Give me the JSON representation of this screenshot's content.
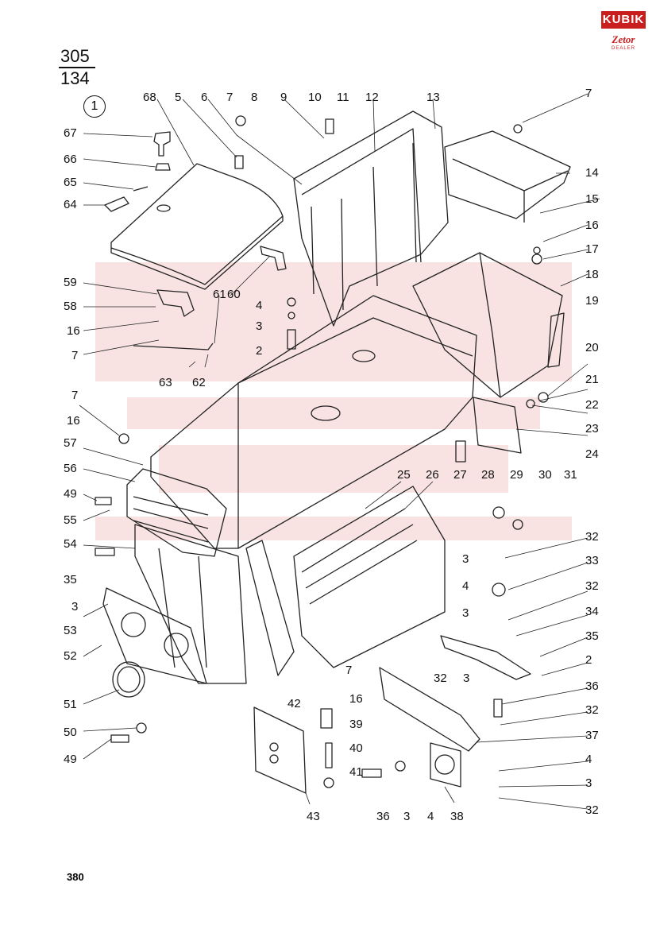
{
  "header": {
    "ref_top": "305",
    "ref_bottom": "134",
    "figure_number": "1"
  },
  "logo": {
    "brand": "KUBIK",
    "sub": "Zetor",
    "tagline": "DEALER"
  },
  "page_number": "380",
  "colors": {
    "line": "#222222",
    "watermark": "#c81e1e",
    "logo": "#c81e1e"
  },
  "callouts": [
    "68",
    "5",
    "6",
    "7",
    "8",
    "9",
    "10",
    "11",
    "12",
    "13",
    "7",
    "14",
    "15",
    "16",
    "17",
    "18",
    "19",
    "20",
    "21",
    "22",
    "23",
    "24",
    "67",
    "66",
    "65",
    "64",
    "59",
    "58",
    "16",
    "7",
    "61",
    "60",
    "4",
    "3",
    "2",
    "63",
    "62",
    "7",
    "16",
    "57",
    "56",
    "49",
    "55",
    "54",
    "35",
    "3",
    "53",
    "52",
    "51",
    "50",
    "49",
    "25",
    "26",
    "27",
    "28",
    "29",
    "30",
    "31",
    "32",
    "3",
    "33",
    "4",
    "32",
    "3",
    "34",
    "35",
    "2",
    "32",
    "3",
    "36",
    "32",
    "37",
    "4",
    "3",
    "32",
    "7",
    "16",
    "39",
    "40",
    "41",
    "42",
    "43",
    "36",
    "3",
    "4",
    "38"
  ]
}
